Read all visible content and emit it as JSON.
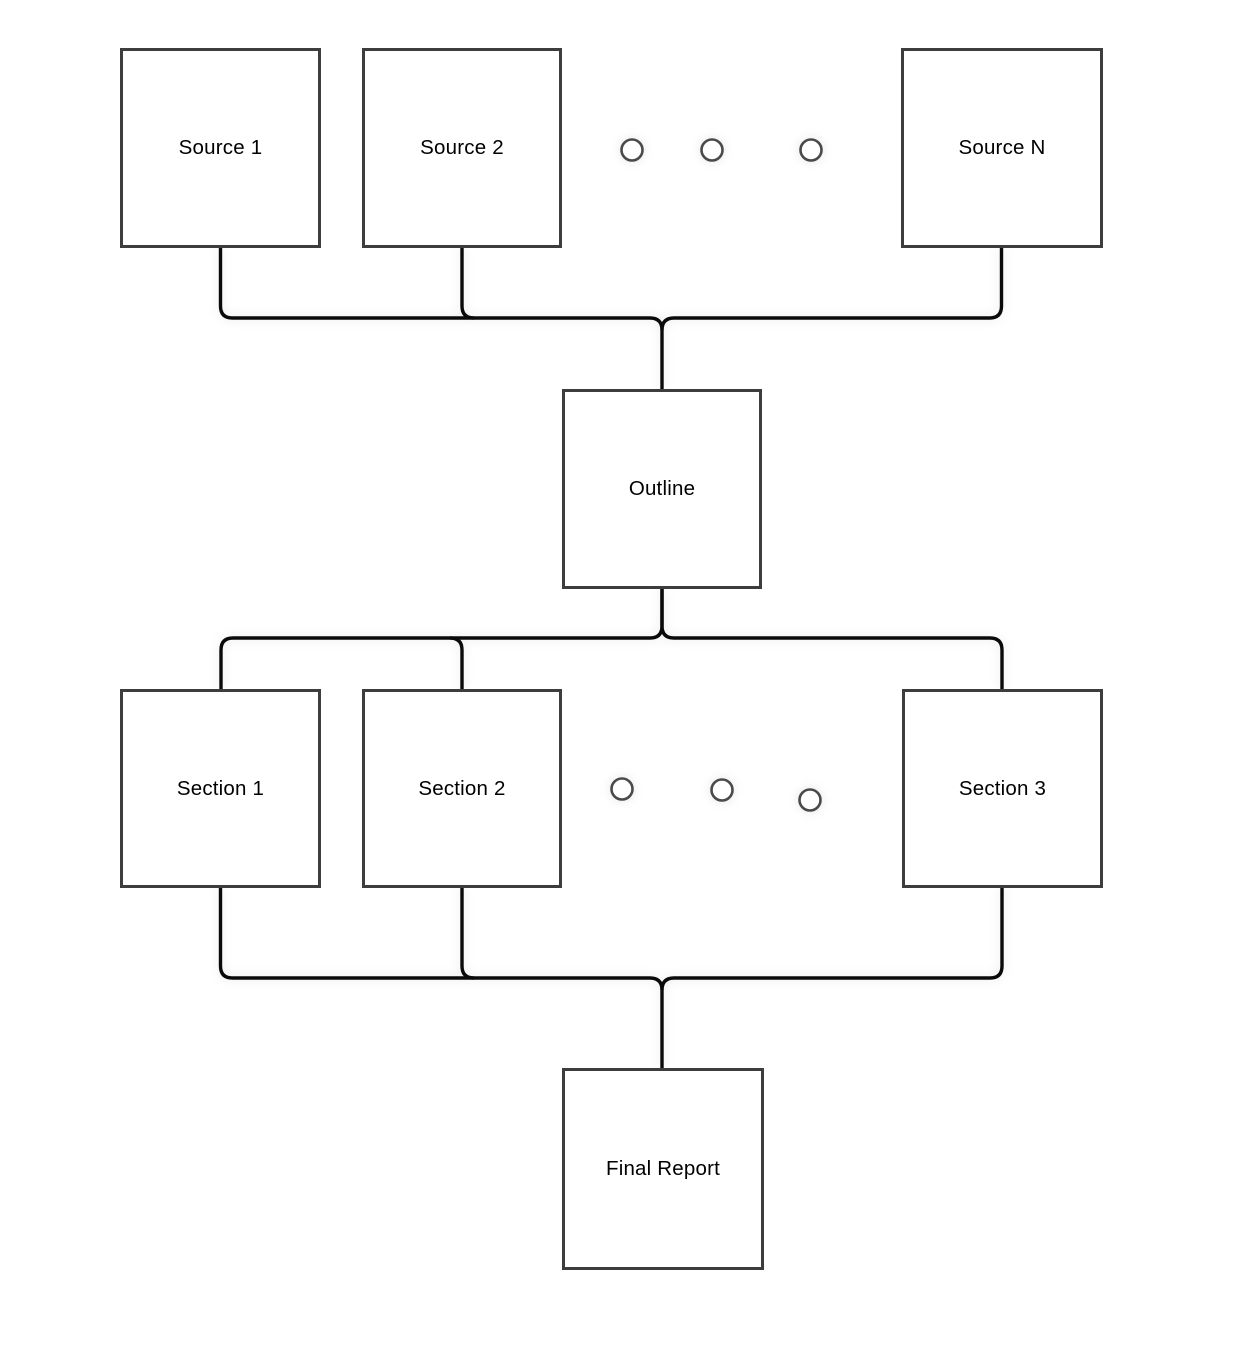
{
  "diagram": {
    "type": "flowchart",
    "description": "Multi-source report generation pipeline: N sources feed an Outline, which expands into sections that merge into a Final Report",
    "nodes": {
      "source1": {
        "label": "Source 1"
      },
      "source2": {
        "label": "Source 2"
      },
      "sourceN": {
        "label": "Source N"
      },
      "outline": {
        "label": "Outline"
      },
      "section1": {
        "label": "Section 1"
      },
      "section2": {
        "label": "Section 2"
      },
      "section3": {
        "label": "Section 3"
      },
      "finalReport": {
        "label": "Final Report"
      }
    },
    "ellipsis": {
      "sources_row_circle_count": 3,
      "sections_row_circle_count": 3
    },
    "edges": [
      "source1 -> outline",
      "source2 -> outline",
      "sourceN -> outline",
      "outline -> section1",
      "outline -> section2",
      "outline -> section3",
      "section1 -> finalReport",
      "section2 -> finalReport",
      "section3 -> finalReport"
    ],
    "colors": {
      "background": "#ffffff",
      "connector": "#0a0a0a",
      "box_border": "#3d3d3d",
      "box_fill": "#ffffff",
      "text": "#000000",
      "ellipsis_stroke": "#4a4a4a"
    }
  }
}
